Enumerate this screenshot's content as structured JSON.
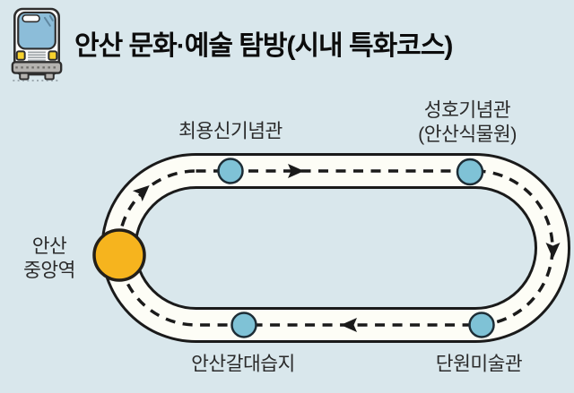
{
  "header": {
    "title": "안산 문화·예술 탐방(시내 특화코스)"
  },
  "route": {
    "shape": "loop",
    "direction": "clockwise",
    "hub": {
      "name_line1": "안산",
      "name_line2": "중앙역",
      "position": "left"
    },
    "stops": [
      {
        "id": "choi-yongshin-memorial",
        "label": "최용신기념관",
        "position": "top-left"
      },
      {
        "id": "seongho-memorial",
        "label_line1": "성호기념관",
        "label_line2": "(안산식물원)",
        "position": "top-right"
      },
      {
        "id": "danwon-art-museum",
        "label": "단원미술관",
        "position": "bottom-right"
      },
      {
        "id": "ansan-reed-wetland",
        "label": "안산갈대습지",
        "position": "bottom-left"
      }
    ]
  },
  "icons": {
    "bus": "bus-icon",
    "arrow": "direction-arrow-icon"
  },
  "colors": {
    "background": "#d9e7ec",
    "road_fill": "#fdfdf6",
    "road_outline": "#1a1a1a",
    "dash_line": "#1a1a1a",
    "stop_fill": "#7fc2d6",
    "stop_outline": "#1d2d36",
    "hub_fill": "#f6b41e",
    "hub_outline": "#231f19",
    "bus_windshield": "#8cbdd9",
    "bus_headlight": "#f7d22e",
    "bus_gray": "#b5b3b0",
    "label_text": "#2b2b2b",
    "title_text": "#0c0c0c"
  }
}
